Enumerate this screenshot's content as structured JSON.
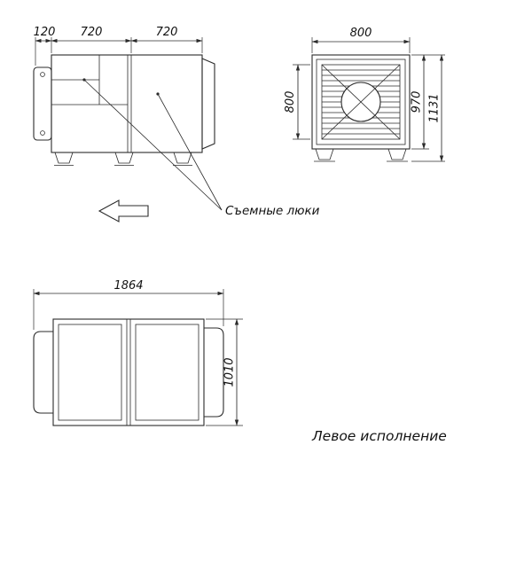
{
  "views": {
    "side": {
      "dims": {
        "flange_depth": "120",
        "section1": "720",
        "section2": "720"
      },
      "hatch_label": "Съемные люки"
    },
    "front": {
      "dims": {
        "width": "800",
        "grille_height": "800",
        "body_height": "970",
        "total_height": "1131"
      }
    },
    "top": {
      "dims": {
        "length": "1864",
        "depth": "1010"
      }
    },
    "caption": "Левое исполнение"
  },
  "colors": {
    "line": "#2b2b2b",
    "background": "#ffffff",
    "text": "#111111"
  }
}
